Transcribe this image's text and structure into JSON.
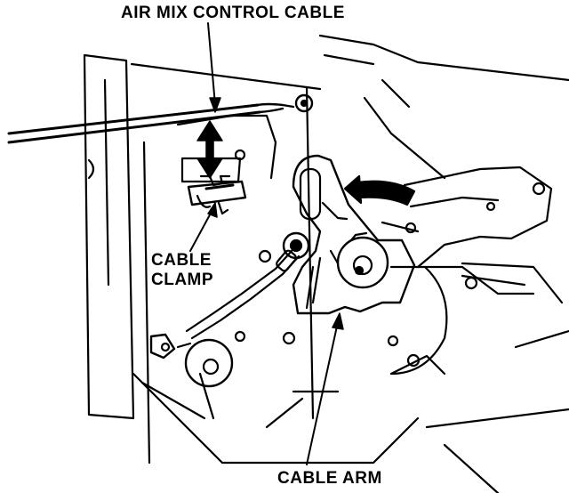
{
  "labels": {
    "air_mix_control_cable": "AIR MIX CONTROL CABLE",
    "cable_clamp_line1": "CABLE",
    "cable_clamp_line2": "CLAMP",
    "cable_arm": "CABLE ARM"
  },
  "colors": {
    "ink": "#000000",
    "paper": "#ffffff"
  }
}
